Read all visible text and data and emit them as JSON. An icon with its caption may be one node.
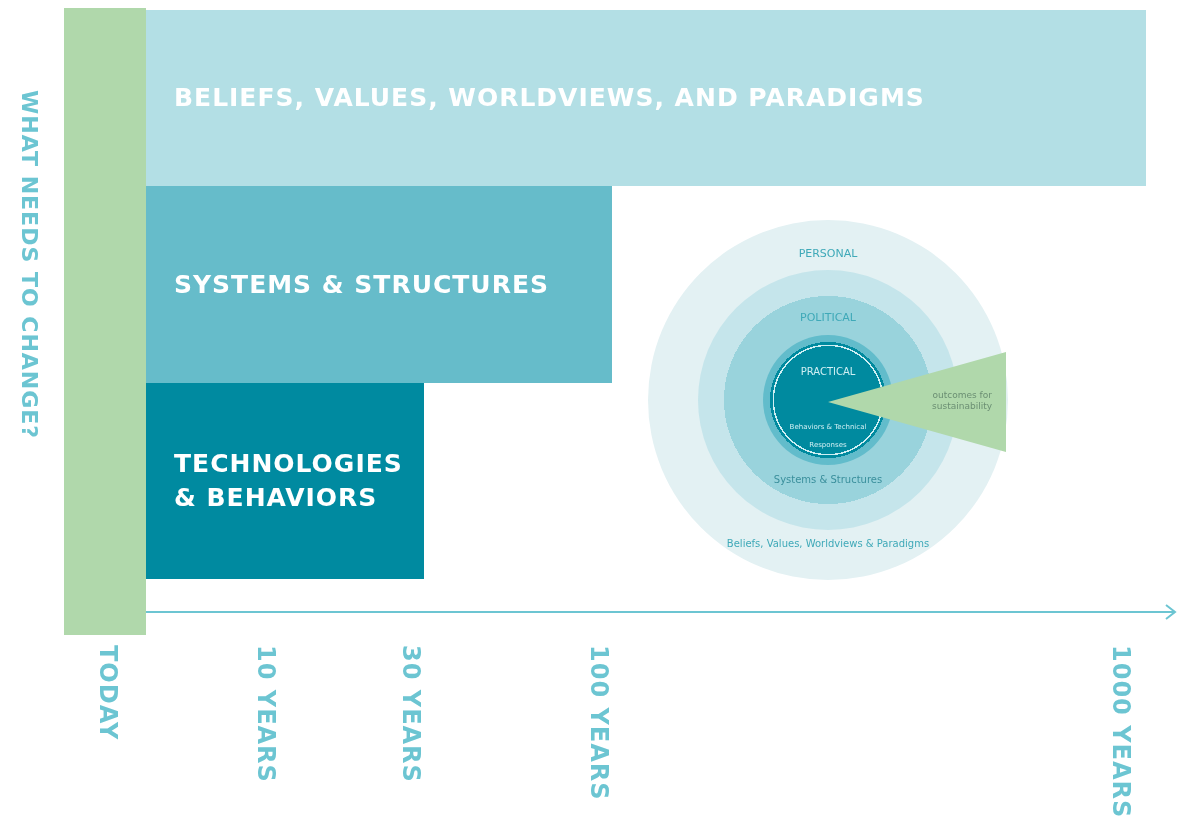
{
  "diagram": {
    "nodes": [
      {
        "text": [
          "BELIEFS, VALUES, WORLDVIEWS, AND PARADIGMS"
        ]
      },
      {
        "text": [
          "SYSTEMS & STRUCTURES"
        ]
      },
      {
        "text": [
          "TECHNOLOGIES & BEHAVIORS"
        ]
      },
      {
        "text": [
          "PERSONAL",
          "Beliefs, Values, Worldviews & Paradigms"
        ]
      },
      {
        "text": [
          "POLITICAL",
          "Systems & Structures"
        ],
        "in": 3
      },
      {
        "text": [
          "PRACTICAL",
          "Behaviors & Technical Responses"
        ],
        "in": 4
      },
      {
        "text": [
          "outcomes for sustainability"
        ],
        "in": 3
      },
      {
        "text": [],
        "shape": "bar"
      }
    ],
    "labels": [
      "WHAT NEEDS TO CHANGE?",
      "TODAY",
      "10 YEARS",
      "30 YEARS",
      "100 YEARS",
      "1000 YEARS"
    ]
  }
}
